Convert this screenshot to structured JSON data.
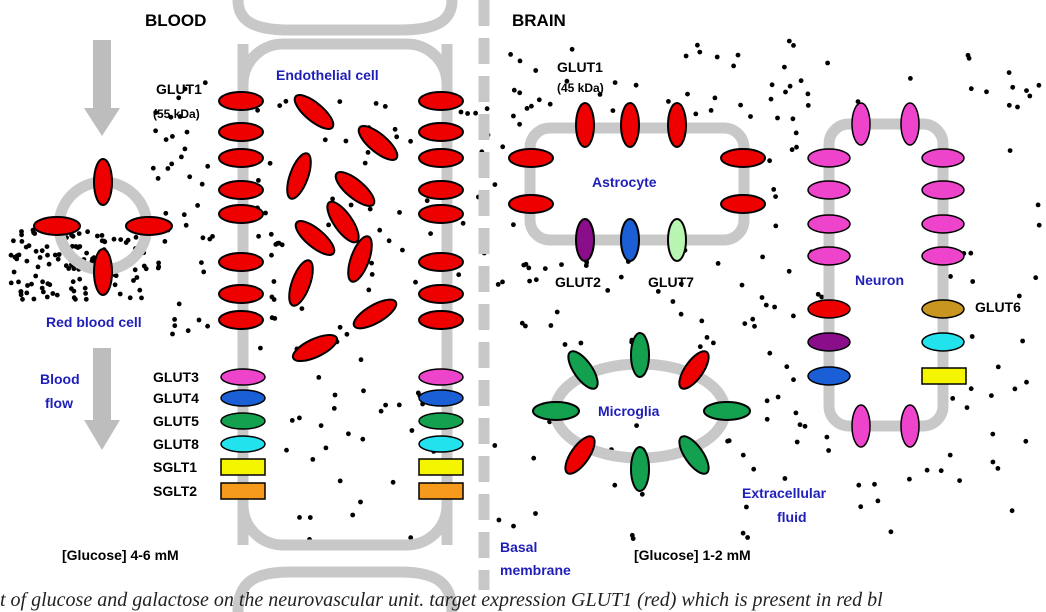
{
  "labels": {
    "blood": "BLOOD",
    "brain": "BRAIN",
    "glut1_endo": "GLUT1",
    "glut1_endo_kda": "(55 kDa)",
    "endothelial_cell": "Endothelial cell",
    "glut1_brain": "GLUT1",
    "glut1_brain_kda": "(45 kDa)",
    "astrocyte": "Astrocyte",
    "glut2": "GLUT2",
    "glut7": "GLUT7",
    "neuron": "Neuron",
    "glut6": "GLUT6",
    "red_blood_cell": "Red blood cell",
    "blood_flow_1": "Blood",
    "blood_flow_2": "flow",
    "microglia": "Microglia",
    "extracellular_1": "Extracellular",
    "extracellular_2": "fluid",
    "basal_1": "Basal",
    "basal_2": "membrane",
    "glucose_blood": "[Glucose] 4-6 mM",
    "glucose_brain": "[Glucose] 1-2 mM"
  },
  "legend": [
    {
      "label": "GLUT3",
      "color": "#ee44cc",
      "shape": "ellipse"
    },
    {
      "label": "GLUT4",
      "color": "#1a5fd6",
      "shape": "ellipse"
    },
    {
      "label": "GLUT5",
      "color": "#13a150",
      "shape": "ellipse"
    },
    {
      "label": "GLUT8",
      "color": "#22e2ee",
      "shape": "ellipse"
    },
    {
      "label": "SGLT1",
      "color": "#f5f500",
      "shape": "rect"
    },
    {
      "label": "SGLT2",
      "color": "#f59a1c",
      "shape": "rect"
    }
  ],
  "colors": {
    "glut1": "#ee0000",
    "glut2": "#8a0e8a",
    "glut6": "#c8961e",
    "glut7": "#b8f5b0",
    "membrane": "#c8c8c8",
    "label_blue": "#1f1fb8"
  },
  "caption": "t of glucose and galactose on the neurovascular unit. target expression GLUT1 (red) which is present in red bl"
}
